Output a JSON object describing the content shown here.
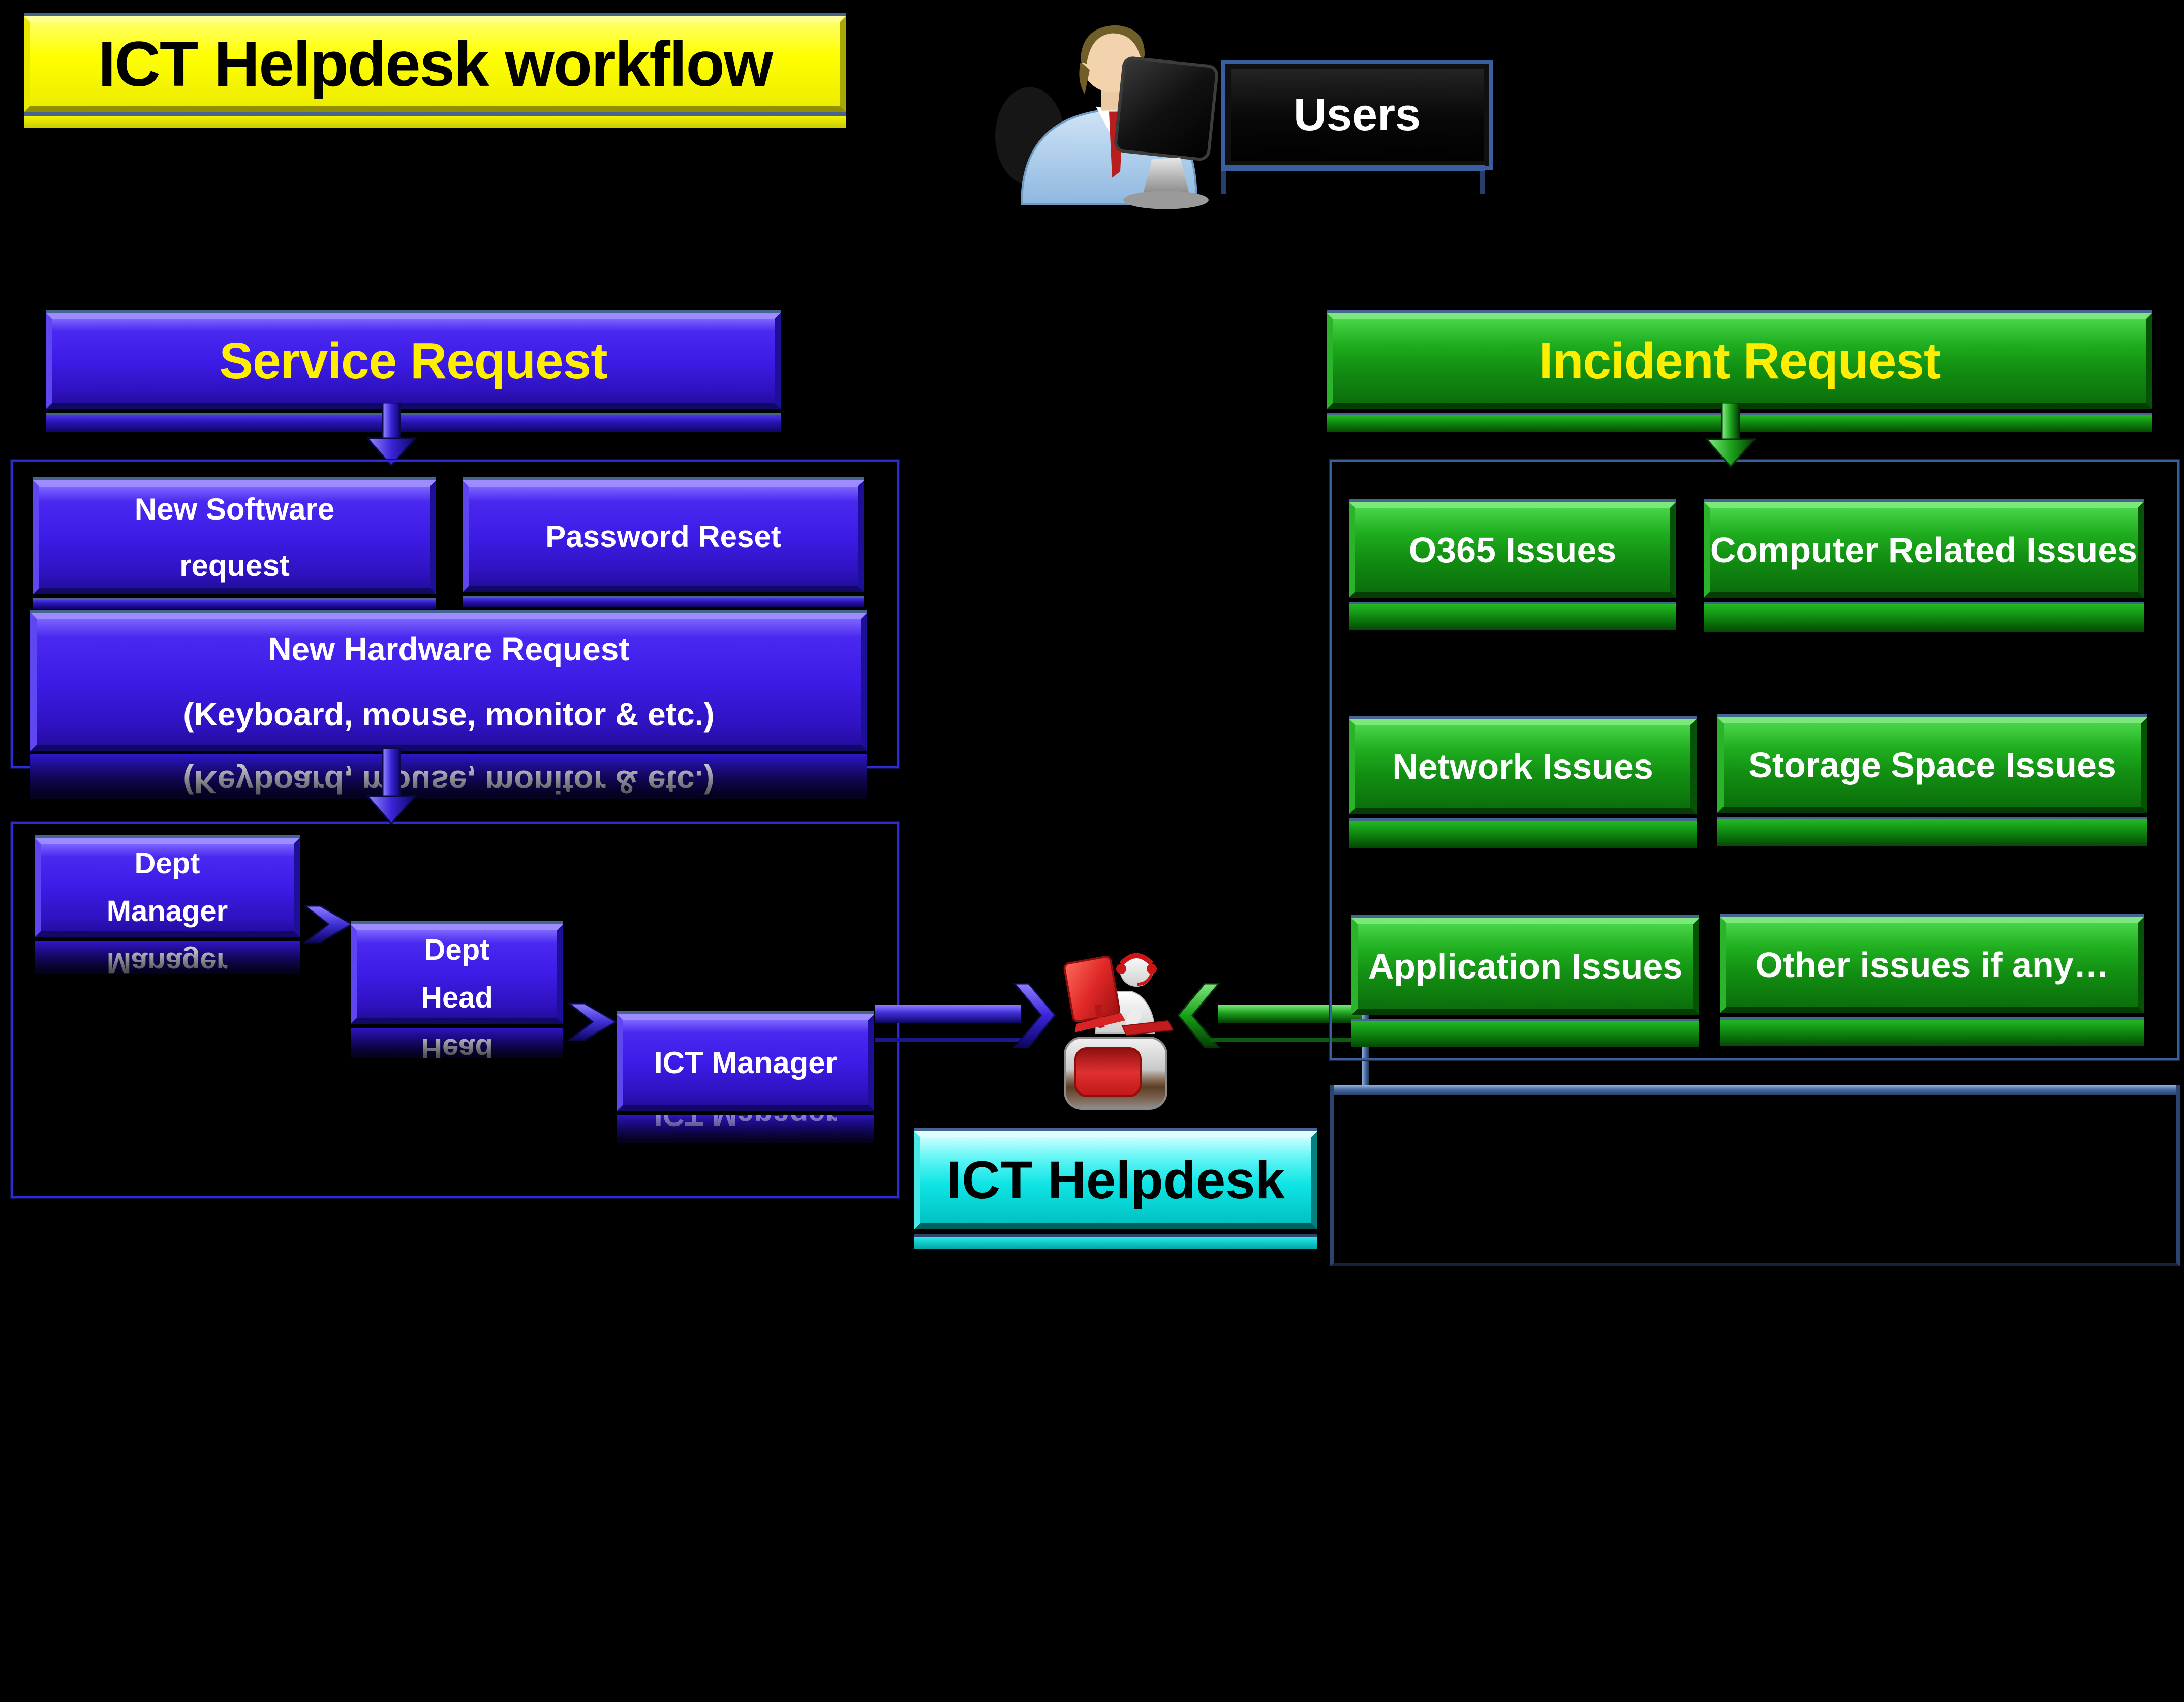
{
  "title": {
    "text": "ICT Helpdesk workflow"
  },
  "users": {
    "label": "Users"
  },
  "service": {
    "header": "Service Request",
    "new_software_line1": "New Software",
    "new_software_line2": "request",
    "password_reset": "Password Reset",
    "new_hardware_line1": "New Hardware Request",
    "new_hardware_line2": "(Keyboard, mouse, monitor & etc.)",
    "dept_manager_line1": "Dept",
    "dept_manager_line2": "Manager",
    "dept_head_line1": "Dept",
    "dept_head_line2": "Head",
    "ict_manager": "ICT Manager"
  },
  "incident": {
    "header": "Incident Request",
    "items": [
      {
        "label": "O365 Issues"
      },
      {
        "label": "Computer Related Issues"
      },
      {
        "label": "Network Issues"
      },
      {
        "label": "Storage Space Issues"
      },
      {
        "label": "Application Issues"
      },
      {
        "label": "Other issues if any…"
      }
    ]
  },
  "helpdesk": {
    "label": "ICT Helpdesk"
  },
  "colors": {
    "service_accent": "#3c1ce6",
    "incident_accent": "#128e12",
    "helpdesk_accent": "#00e5e5",
    "title_bg": "#ffff00",
    "frame_blue": "#45648f"
  }
}
